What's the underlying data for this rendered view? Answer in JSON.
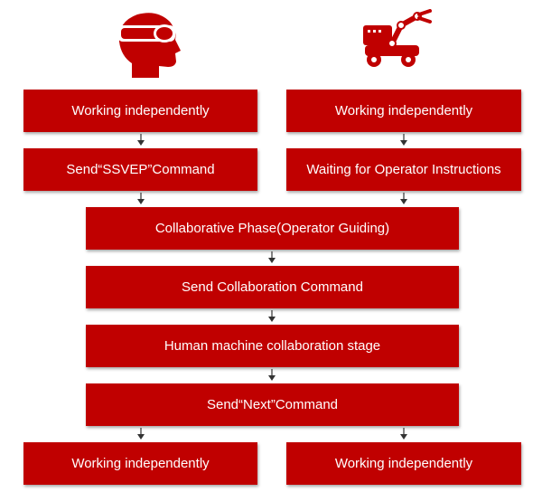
{
  "colors": {
    "box_fill": "#c00000",
    "box_text": "#ffffff",
    "arrow": "#333333",
    "icon": "#c00000"
  },
  "icons": {
    "human": "vr-headset-head-icon",
    "robot": "robotic-arm-vehicle-icon"
  },
  "flow": {
    "left_start": "Working independently",
    "right_start": "Working independently",
    "left_command": "Send“SSVEP”Command",
    "right_wait": "Waiting for Operator Instructions",
    "collab_phase": "Collaborative Phase(Operator Guiding)",
    "collab_command": "Send Collaboration Command",
    "hm_stage": "Human machine collaboration stage",
    "next_command": "Send“Next”Command",
    "left_end": "Working independently",
    "right_end": "Working independently"
  }
}
